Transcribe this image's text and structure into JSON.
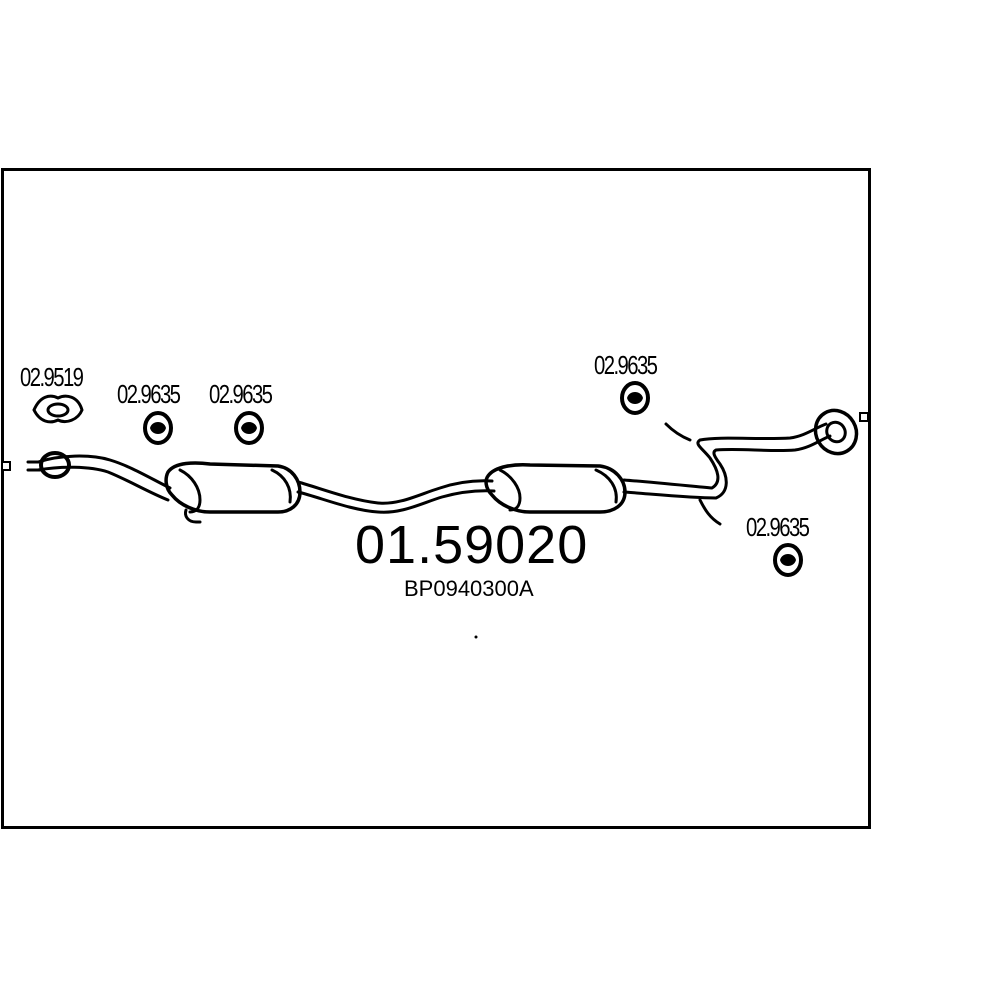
{
  "diagram": {
    "part_number": "01.59020",
    "oem_number": "BP0940300A",
    "labels": [
      {
        "id": "gasket",
        "text": "02.9519"
      },
      {
        "id": "hanger-1",
        "text": "02.9635"
      },
      {
        "id": "hanger-2",
        "text": "02.9635"
      },
      {
        "id": "hanger-3",
        "text": "02.9635"
      },
      {
        "id": "hanger-4",
        "text": "02.9635"
      }
    ],
    "colors": {
      "line": "#000000",
      "background": "#ffffff"
    }
  }
}
